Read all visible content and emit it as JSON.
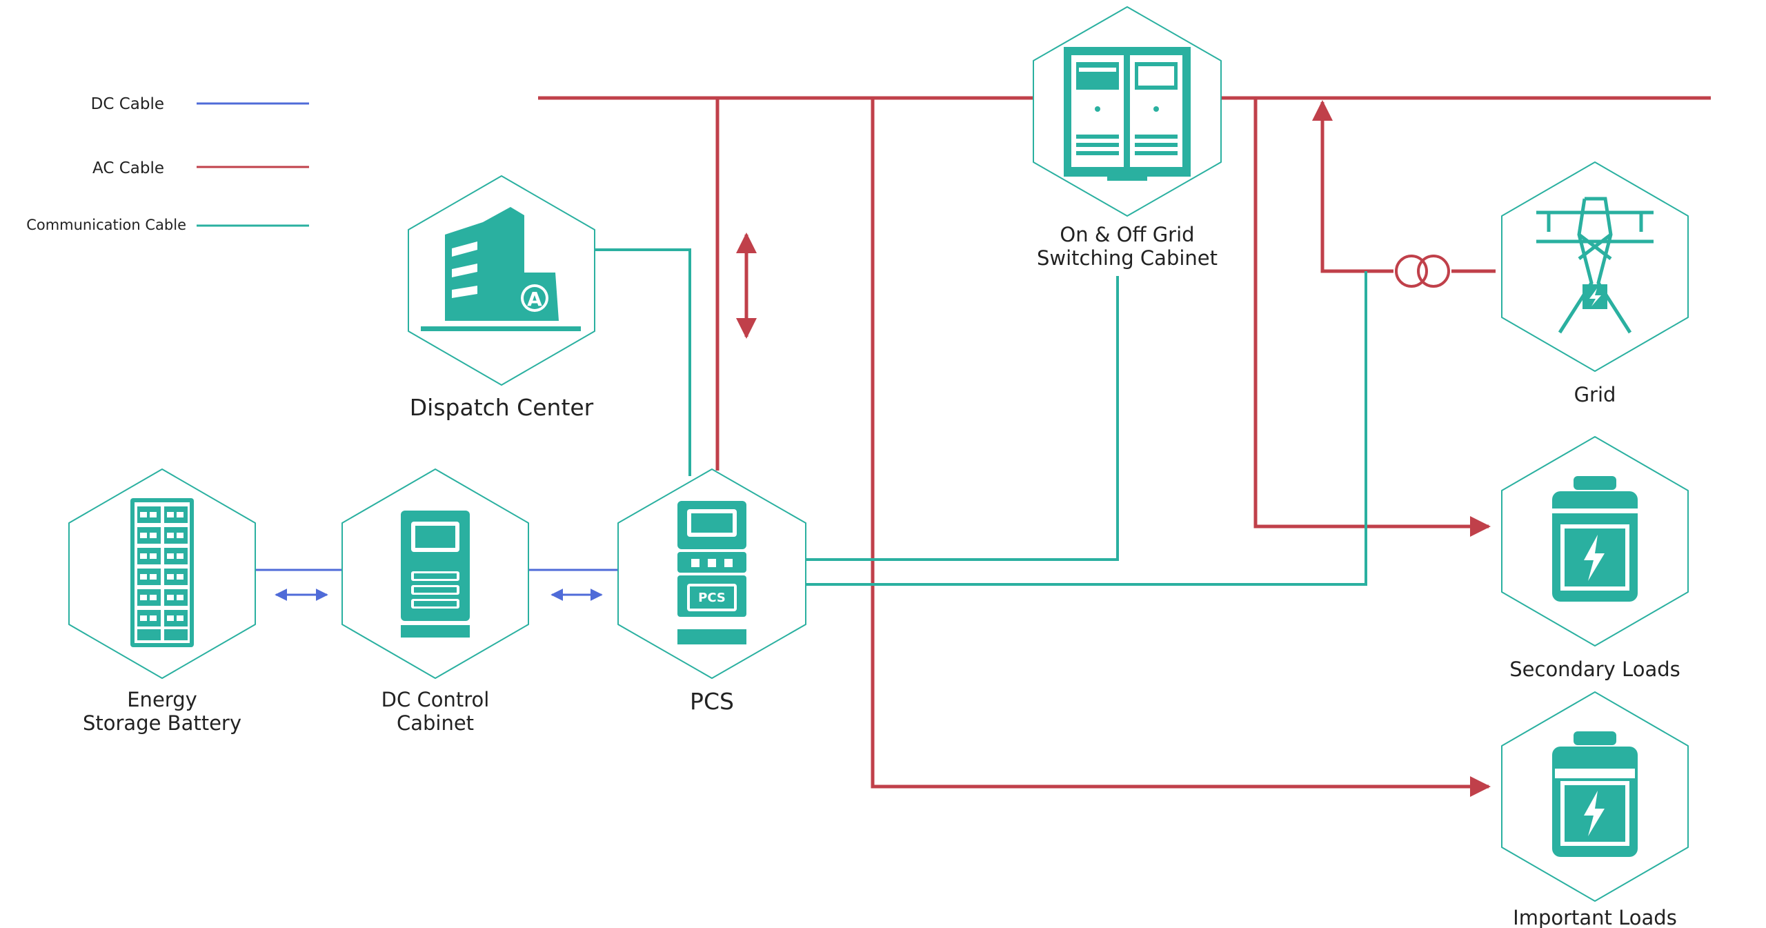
{
  "legend": {
    "dc_cable": "DC Cable",
    "ac_cable": "AC Cable",
    "communication_cable": "Communication Cable"
  },
  "nodes": {
    "dispatch_center": "Dispatch Center",
    "switching_cabinet_line1": "On & Off Grid",
    "switching_cabinet_line2": "Switching Cabinet",
    "grid": "Grid",
    "secondary_loads": "Secondary Loads",
    "important_loads": "Important Loads",
    "battery_line1": "Energy",
    "battery_line2": "Storage Battery",
    "dc_cabinet_line1": "DC Control",
    "dc_cabinet_line2": "Cabinet",
    "pcs": "PCS",
    "pcs_panel_text": "PCS"
  },
  "colors": {
    "dc_cable": "#4f6bd8",
    "ac_cable": "#c0404a",
    "communication_cable": "#2ab0a0",
    "icon": "#2ab0a0"
  }
}
